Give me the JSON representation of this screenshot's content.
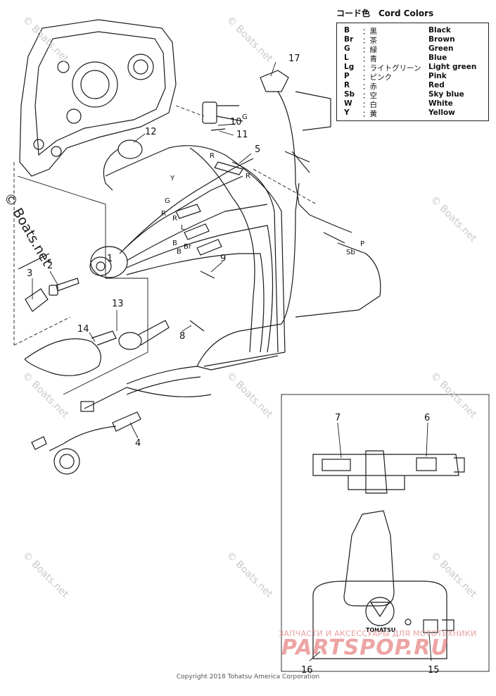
{
  "legend": {
    "title": "コード色　Cord Colors",
    "rows": [
      {
        "code": "B",
        "jp": "：黒",
        "en": "Black"
      },
      {
        "code": "Br",
        "jp": "：茶",
        "en": "Brown"
      },
      {
        "code": "G",
        "jp": "：緑",
        "en": "Green"
      },
      {
        "code": "L",
        "jp": "：青",
        "en": "Blue"
      },
      {
        "code": "Lg",
        "jp": "：ライトグリーン",
        "en": "Light green"
      },
      {
        "code": "P",
        "jp": "：ピンク",
        "en": "Pink"
      },
      {
        "code": "R",
        "jp": "：赤",
        "en": "Red"
      },
      {
        "code": "Sb",
        "jp": "：空",
        "en": "Sky blue"
      },
      {
        "code": "W",
        "jp": "：白",
        "en": "White"
      },
      {
        "code": "Y",
        "jp": "：黄",
        "en": "Yellow"
      }
    ]
  },
  "callouts": [
    "1",
    "2",
    "3",
    "4",
    "5",
    "6",
    "7",
    "8",
    "9",
    "10",
    "11",
    "12",
    "13",
    "14",
    "15",
    "16",
    "17"
  ],
  "wire_labels": [
    "G",
    "R",
    "Y",
    "R",
    "G",
    "R",
    "R",
    "L",
    "B",
    "B",
    "Br",
    "P",
    "Sb"
  ],
  "watermark": "© Boats.net",
  "brand_label": "TOHATSU",
  "shop_sub": "ЗАПЧАСТИ И АКСЕССУАРЫ ДЛЯ МОТОТЕХНИКИ",
  "shop_logo": "PARTSPOP.RU",
  "copyright": "Copyright 2018 Tohatsu America Corporation"
}
